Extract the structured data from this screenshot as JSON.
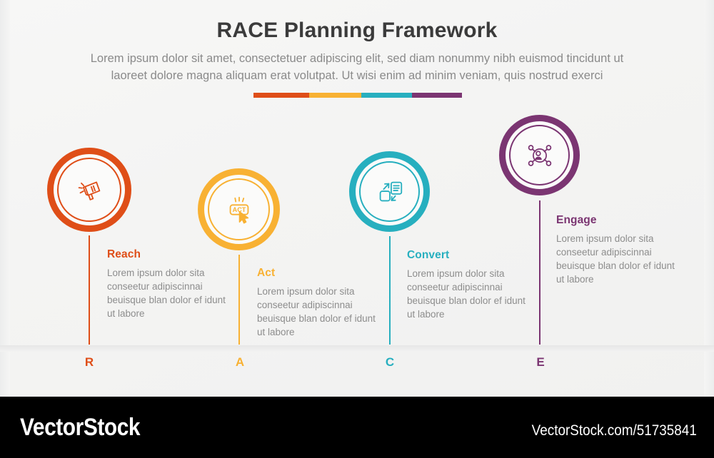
{
  "header": {
    "title": "RACE Planning Framework",
    "subtitle": "Lorem ipsum dolor sit amet, consectetuer adipiscing elit, sed diam nonummy nibh euismod tincidunt ut laoreet dolore magna aliquam erat volutpat. Ut wisi enim ad minim veniam, quis nostrud exerci"
  },
  "accent_bar": {
    "segments": [
      "#DF4E18",
      "#F8B133",
      "#27AFBF",
      "#7B3572"
    ]
  },
  "stages": [
    {
      "letter": "R",
      "heading": "Reach",
      "body": "Lorem ipsum dolor sita conseetur adipiscinnai beuisque blan dolor ef idunt ut labore",
      "color": "#DF4E18",
      "icon": "megaphone-icon"
    },
    {
      "letter": "A",
      "heading": "Act",
      "body": "Lorem ipsum dolor sita conseetur adipiscinnai beuisque blan dolor ef idunt ut labore",
      "color": "#F8B133",
      "icon": "act-click-button-icon",
      "icon_label": "ACT"
    },
    {
      "letter": "C",
      "heading": "Convert",
      "body": "Lorem ipsum dolor sita conseetur adipiscinnai beuisque blan dolor ef idunt ut labore",
      "color": "#27AFBF",
      "icon": "convert-exchange-icon"
    },
    {
      "letter": "E",
      "heading": "Engage",
      "body": "Lorem ipsum dolor sita conseetur adipiscinnai beuisque blan dolor ef idunt ut labore",
      "color": "#7B3572",
      "icon": "user-network-icon"
    }
  ],
  "watermark": {
    "logo": "VectorStock",
    "url": "VectorStock.com/51735841"
  }
}
